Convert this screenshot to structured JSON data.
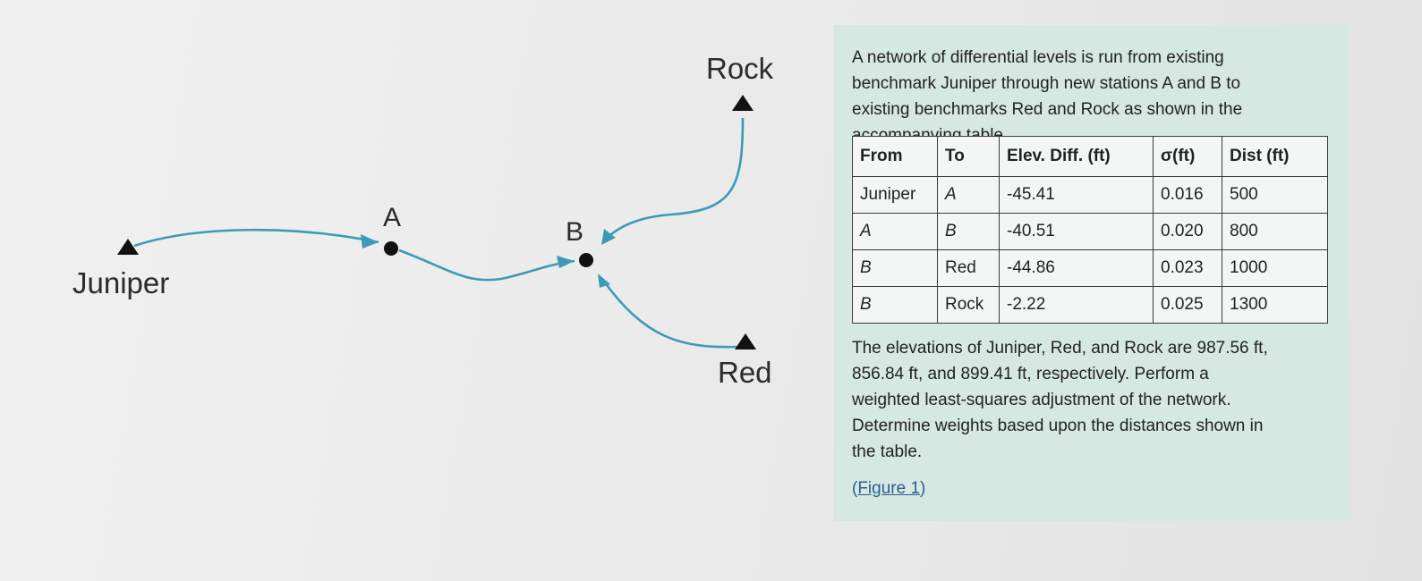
{
  "figure": {
    "labels": {
      "rock": "Rock",
      "juniper": "Juniper",
      "red": "Red",
      "a": "A",
      "b": "B"
    },
    "line_color": "#3d9ab6"
  },
  "problem": {
    "intro_text": "A network of differential levels is run from existing\nbenchmark Juniper through new stations A and B to\nexisting benchmarks Red and Rock as shown in the\naccompanying table.",
    "table": {
      "headers": [
        "From",
        "To",
        "Elev. Diff. (ft)",
        "σ(ft)",
        "Dist (ft)"
      ],
      "rows": [
        [
          "Juniper",
          "A",
          "-45.41",
          "0.016",
          "500"
        ],
        [
          "A",
          "B",
          "-40.51",
          "0.020",
          "800"
        ],
        [
          "B",
          "Red",
          "-44.86",
          "0.023",
          "1000"
        ],
        [
          "B",
          "Rock",
          "-2.22",
          "0.025",
          "1300"
        ]
      ]
    },
    "outro_text": "The elevations of Juniper, Red, and Rock are 987.56 ft,\n856.84 ft, and 899.41 ft, respectively. Perform a\nweighted least-squares adjustment of the network.\nDetermine weights based upon the distances shown in\nthe table.",
    "figure_link": {
      "open": "(",
      "label": "Figure 1",
      "close": ")"
    }
  }
}
